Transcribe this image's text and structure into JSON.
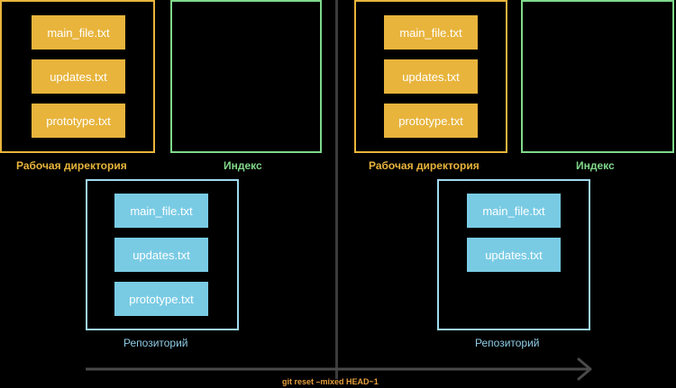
{
  "left_panel": {
    "working_dir": {
      "label": "Рабочая директория",
      "files": [
        "main_file.txt",
        "updates.txt",
        "prototype.txt"
      ]
    },
    "index": {
      "label": "Индекс",
      "files": []
    },
    "repository": {
      "label": "Репозиторий",
      "files": [
        "main_file.txt",
        "updates.txt",
        "prototype.txt"
      ]
    }
  },
  "right_panel": {
    "working_dir": {
      "label": "Рабочая директория",
      "files": [
        "main_file.txt",
        "updates.txt",
        "prototype.txt"
      ]
    },
    "index": {
      "label": "Индекс",
      "files": []
    },
    "repository": {
      "label": "Репозиторий",
      "files": [
        "main_file.txt",
        "updates.txt"
      ]
    }
  },
  "command": "git reset –mixed HEAD~1",
  "colors": {
    "working_dir": "#e8b43c",
    "index": "#7fd88a",
    "repository": "#9fd9ef",
    "command": "#e8a03c",
    "divider": "#3b3b3b"
  }
}
